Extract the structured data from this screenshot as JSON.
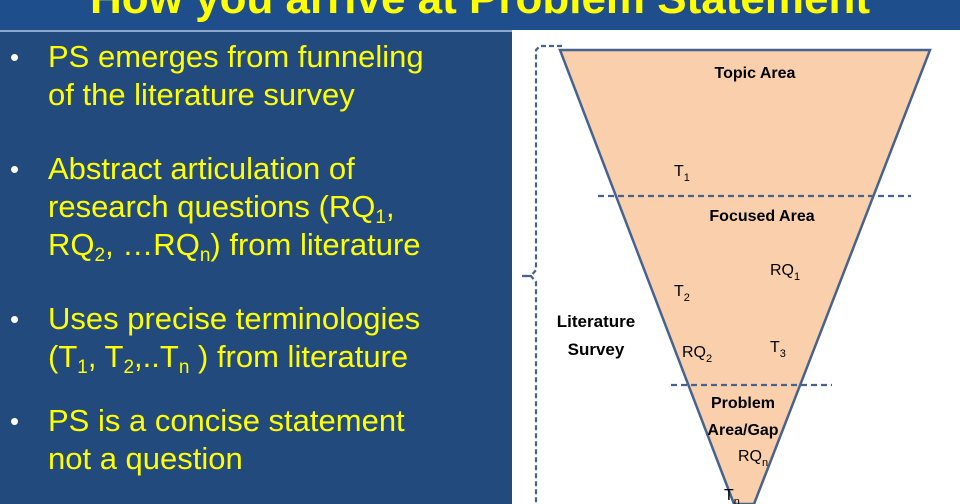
{
  "header": {
    "title": "How you arrive at Problem Statement"
  },
  "bullets": [
    {
      "lines": [
        [
          {
            "t": "PS emerges from funneling"
          }
        ],
        [
          {
            "t": "of the literature survey"
          }
        ]
      ]
    },
    {
      "lines": [
        [
          {
            "t": "Abstract articulation of"
          }
        ],
        [
          {
            "t": "research questions (RQ"
          },
          {
            "sub": "1"
          },
          {
            "t": ","
          }
        ],
        [
          {
            "t": "RQ"
          },
          {
            "sub": "2"
          },
          {
            "t": ", …RQ"
          },
          {
            "sub": "n"
          },
          {
            "t": ") from literature"
          }
        ]
      ]
    },
    {
      "lines": [
        [
          {
            "t": "Uses precise terminologies"
          }
        ],
        [
          {
            "t": "(T"
          },
          {
            "sub": "1"
          },
          {
            "t": ", T"
          },
          {
            "sub": "2"
          },
          {
            "t": ",..T"
          },
          {
            "sub": "n"
          },
          {
            "t": " ) from literature"
          }
        ]
      ]
    },
    {
      "lines": [
        [
          {
            "t": "PS is a concise statement"
          }
        ],
        [
          {
            "t": "not a question"
          }
        ]
      ]
    }
  ],
  "diagram": {
    "bracket_label_line1": "Literature",
    "bracket_label_line2": "Survey",
    "sections": {
      "topic": "Topic Area",
      "focused": "Focused Area",
      "problem_line1": "Problem",
      "problem_line2": "Area/Gap"
    },
    "terms": {
      "t1": "T",
      "t1_sub": "1",
      "t2": "T",
      "t2_sub": "2",
      "t3": "T",
      "t3_sub": "3",
      "tn": "T",
      "tn_sub": "n",
      "rq1": "RQ",
      "rq1_sub": "1",
      "rq2": "RQ",
      "rq2_sub": "2",
      "rqn": "RQ",
      "rqn_sub": "n"
    },
    "colors": {
      "funnel_fill": "#f9cfac",
      "funnel_stroke": "#46638f",
      "bullet_text": "#ffff00",
      "panel": "#234a7d"
    }
  }
}
